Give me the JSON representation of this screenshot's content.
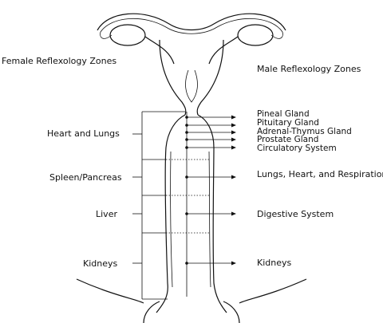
{
  "headings": {
    "female": "Female Reflexology Zones",
    "male": "Male Reflexology Zones"
  },
  "female_zones": [
    "Heart and Lungs",
    "Spleen/Pancreas",
    "Liver",
    "Kidneys"
  ],
  "male_zones": [
    "Pineal Gland",
    "Pituitary Gland",
    "Adrenal-Thymus Gland",
    "Prostate Gland",
    "Circulatory System",
    "Lungs, Heart, and Respiration",
    "Digestive System",
    "Kidneys"
  ]
}
